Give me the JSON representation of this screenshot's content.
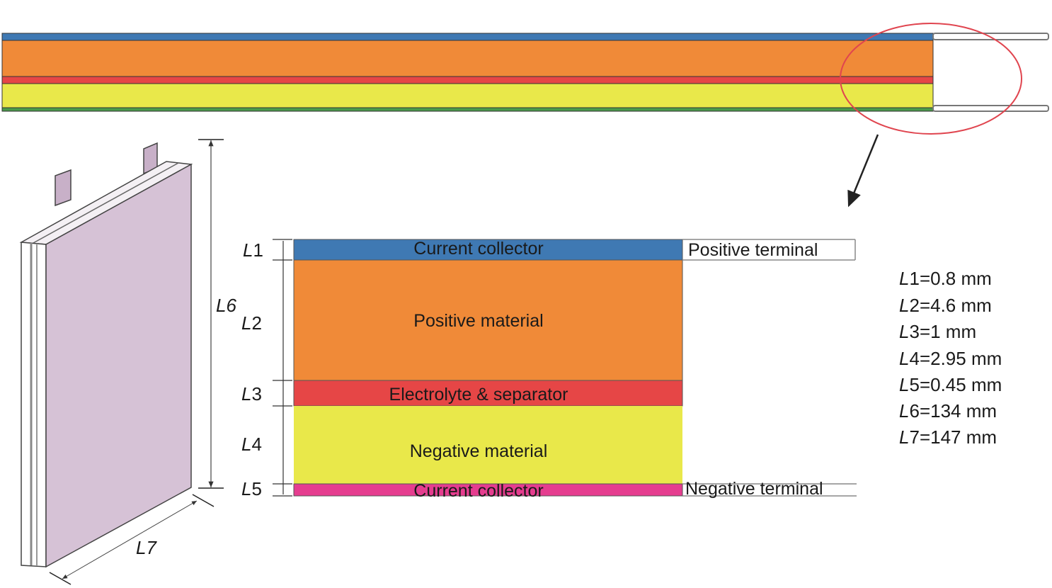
{
  "layers": [
    {
      "name": "Current collector",
      "color": "#3f79b3",
      "dim": "L1"
    },
    {
      "name": "Positive material",
      "color": "#f08a38",
      "dim": "L2"
    },
    {
      "name": "Electrolyte & separator",
      "color": "#e64646",
      "dim": "L3"
    },
    {
      "name": "Negative material",
      "color": "#e9e84a",
      "dim": "L4"
    },
    {
      "name": "Current collector",
      "color": "#e53d8f",
      "dim": "L5"
    }
  ],
  "terminals": {
    "positive": "Positive terminal",
    "negative": "Negative terminal"
  },
  "cell_dims": {
    "height": "L6",
    "width": "L7"
  },
  "params": [
    {
      "sym": "L",
      "num": "1",
      "val": "=0.8 mm"
    },
    {
      "sym": "L",
      "num": "2",
      "val": "=4.6 mm"
    },
    {
      "sym": "L",
      "num": "3",
      "val": "=1 mm"
    },
    {
      "sym": "L",
      "num": "4",
      "val": "=2.95 mm"
    },
    {
      "sym": "L",
      "num": "5",
      "val": "=0.45 mm"
    },
    {
      "sym": "L",
      "num": "6",
      "val": "=134 mm"
    },
    {
      "sym": "L",
      "num": "7",
      "val": "=147 mm"
    }
  ],
  "colors": {
    "cell_face": "#d6c2d6",
    "bottom_strip": "#4a9a4a",
    "highlight": "#e0454f"
  }
}
